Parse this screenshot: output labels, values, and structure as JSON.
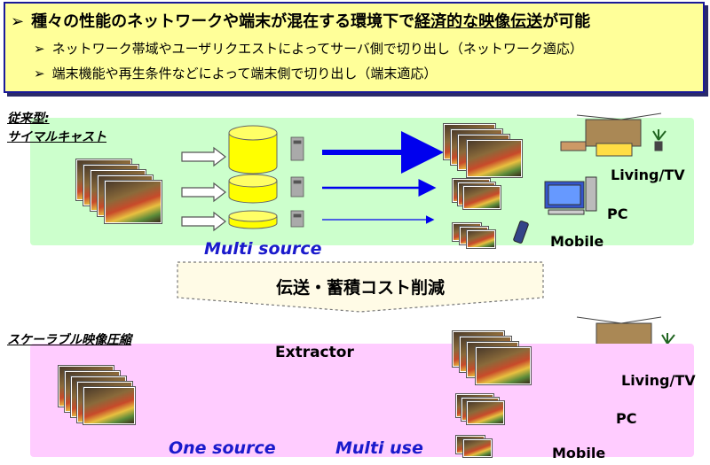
{
  "header": {
    "main_pre": "種々の性能のネットワークや端末が混在する環境下で",
    "main_underline": "経済的な映像伝送",
    "main_post": "が可能",
    "bullets": [
      "ネットワーク帯域やユーザリクエストによってサーバ側で切り出し（ネットワーク適応）",
      "端末機能や再生条件などによって端末側で切り出し（端末適応）"
    ]
  },
  "conventional": {
    "title_line1": "従来型:",
    "title_line2": "サイマルキャスト",
    "source_label": "Multi source"
  },
  "middle": {
    "cost_label": "伝送・蓄積コスト削減"
  },
  "scalable": {
    "title": "スケーラブル映像圧縮",
    "extractor_label": "Extractor",
    "one_source_label": "One source",
    "multi_use_label": "Multi use"
  },
  "devices": {
    "tv": "Living/TV",
    "pc": "PC",
    "mobile": "Mobile"
  },
  "colors": {
    "header_bg": "#ffff99",
    "panel_top": "#ccffcc",
    "panel_bottom": "#ffccff",
    "arrow_blue": "#0000ee",
    "label_blue": "#1a1acc",
    "cylinder_yellow": "#ffff00",
    "cylinder_green": "#ccffcc",
    "cylinder_red": "#ee1111"
  },
  "icons": [
    "arrow-bullet-icon",
    "server-icon",
    "cylinder-icon",
    "tv-icon",
    "pc-icon",
    "mobile-icon",
    "scissors-icon",
    "video-frame-icon"
  ]
}
